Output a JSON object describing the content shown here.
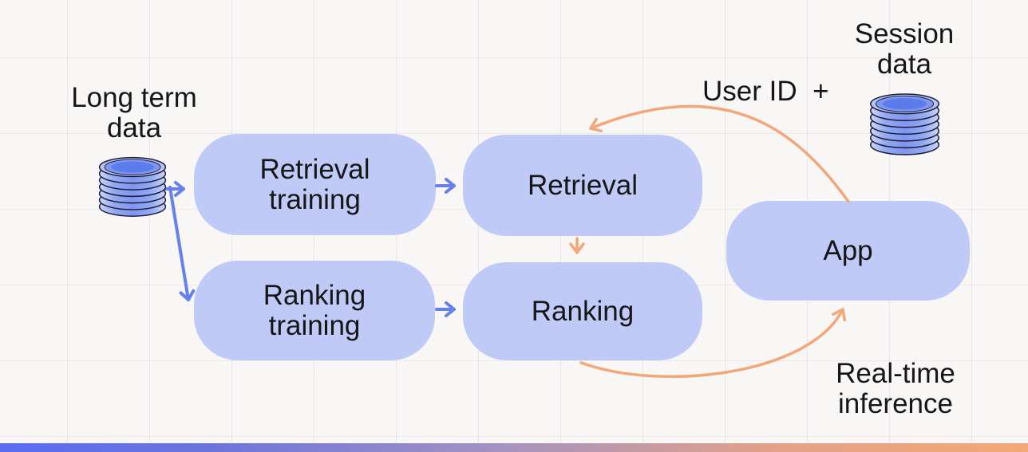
{
  "diagram": {
    "name": "recommender-system-architecture-diagram",
    "nodes": {
      "retrieval_training": {
        "label": "Retrieval\ntraining"
      },
      "retrieval": {
        "label": "Retrieval"
      },
      "ranking_training": {
        "label": "Ranking\ntraining"
      },
      "ranking": {
        "label": "Ranking"
      },
      "app": {
        "label": "App"
      }
    },
    "annotations": {
      "long_term_data": "Long term\ndata",
      "session_data": "Session\ndata",
      "user_id": "User ID  +",
      "real_time_inference": "Real-time\ninference"
    },
    "icons": {
      "long_term_db": "database-cylinder",
      "session_db": "database-cylinder"
    },
    "colors": {
      "background": "#f8f7f6",
      "node_fill": "#bfcaf7",
      "blue_arrow": "#6680ee",
      "orange_arrow": "#f3a678",
      "text": "#161616",
      "cylinder_outline": "#1c1c38",
      "cylinder_side_light": "#ccd5f6",
      "cylinder_top_blue": "#6584ee",
      "footer_gradient_left": "#5b6cf2",
      "footer_gradient_mid": "#a392c2",
      "footer_gradient_right": "#f3a876"
    }
  }
}
